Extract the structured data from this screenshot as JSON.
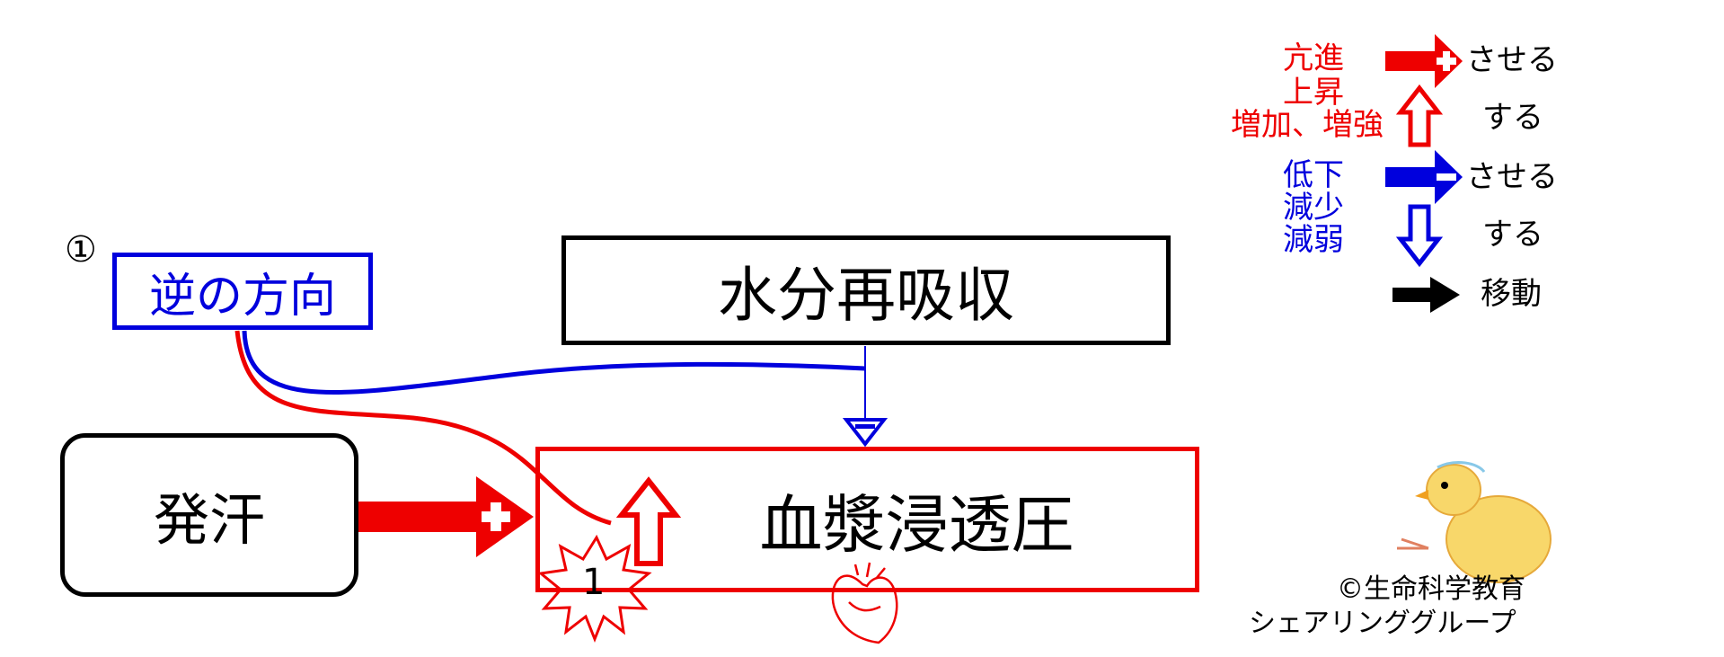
{
  "colors": {
    "red": "#ee0000",
    "blue": "#0000dd",
    "black": "#000000"
  },
  "nodes": {
    "reverse": {
      "marker": "①",
      "label": "逆の方向"
    },
    "water": {
      "label": "水分再吸収"
    },
    "sweat": {
      "label": "発汗"
    },
    "plasma": {
      "label": "血漿浸透圧"
    }
  },
  "badge": {
    "label": "1"
  },
  "legend": {
    "increase_words": [
      "亢進",
      "上昇",
      "増加、増強"
    ],
    "decrease_words": [
      "低下",
      "減少",
      "減弱"
    ],
    "make": "させる",
    "do": "する",
    "move": "移動"
  },
  "credit": {
    "line1": "©生命科学教育",
    "line2": "シェアリンググループ"
  },
  "icons": [
    "heart-icon",
    "chick-icon"
  ]
}
